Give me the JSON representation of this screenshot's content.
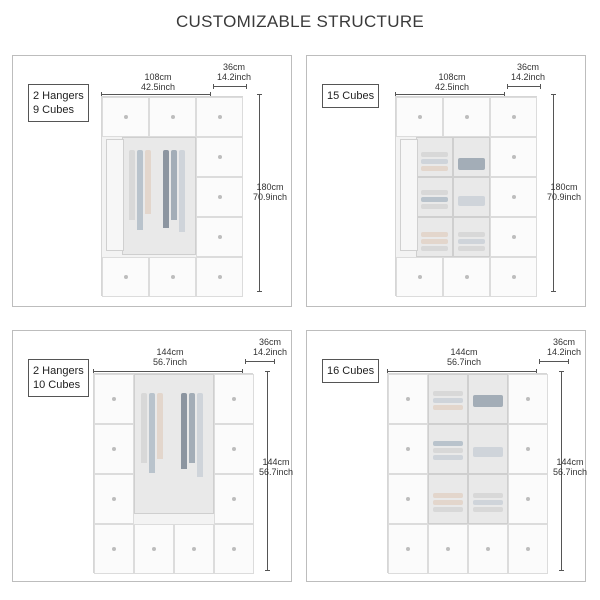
{
  "title": "CUSTOMIZABLE STRUCTURE",
  "panels": [
    {
      "label": "2 Hangers\n9 Cubes",
      "width_cm": "108cm",
      "width_in": "42.5inch",
      "depth_cm": "36cm",
      "depth_in": "14.2inch",
      "height_cm": "180cm",
      "height_in": "70.9inch"
    },
    {
      "label": "15 Cubes",
      "width_cm": "108cm",
      "width_in": "42.5inch",
      "depth_cm": "36cm",
      "depth_in": "14.2inch",
      "height_cm": "180cm",
      "height_in": "70.9inch"
    },
    {
      "label": "2 Hangers\n10 Cubes",
      "width_cm": "144cm",
      "width_in": "56.7inch",
      "depth_cm": "36cm",
      "depth_in": "14.2inch",
      "height_cm": "144cm",
      "height_in": "56.7inch"
    },
    {
      "label": "16 Cubes",
      "width_cm": "144cm",
      "width_in": "56.7inch",
      "depth_cm": "36cm",
      "depth_in": "14.2inch",
      "height_cm": "144cm",
      "height_in": "56.7inch"
    }
  ],
  "colors": {
    "border": "#bdbdbd",
    "cube": "#fbfbfb",
    "open": "#e9e9e9",
    "clothes": [
      "#b9c3cc",
      "#8c95a0",
      "#d8d8d8",
      "#a3adb7",
      "#e3d6cc",
      "#cfd4da"
    ]
  },
  "icons": {
    "hanger": "hanger-icon",
    "hook": "hook-icon"
  }
}
